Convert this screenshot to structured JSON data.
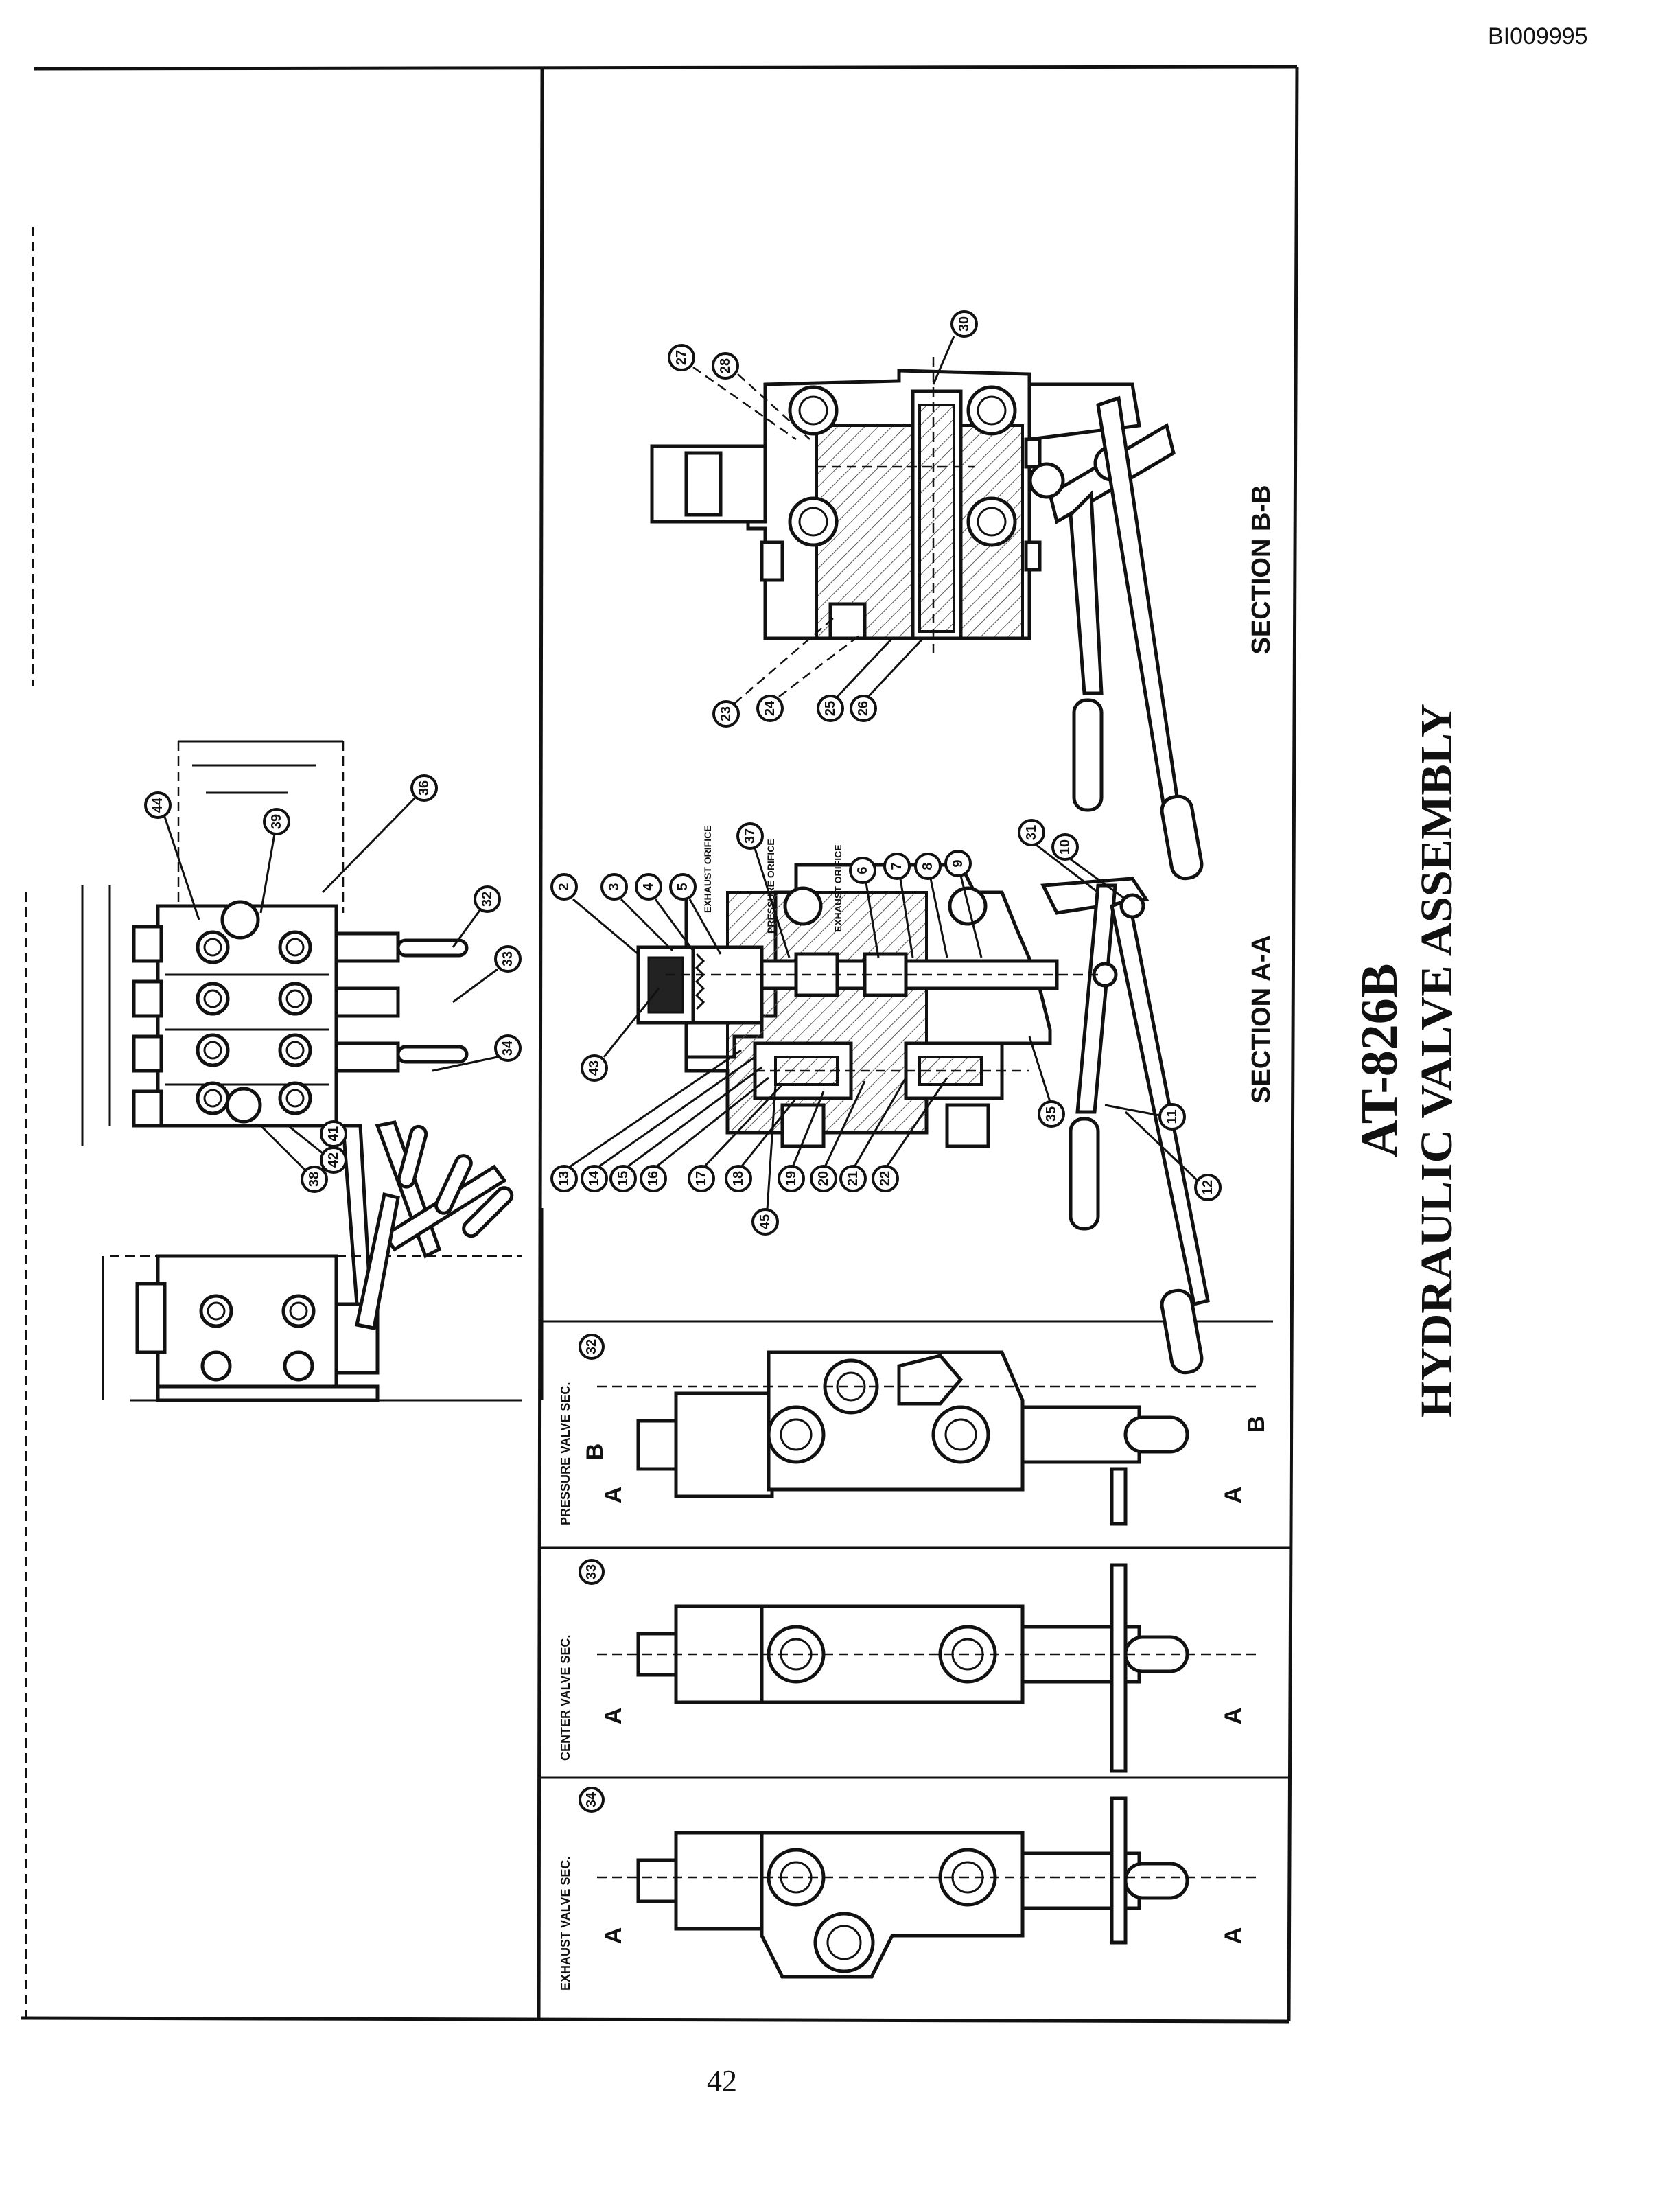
{
  "document_id": "BI009995",
  "page_number": "42",
  "title": {
    "line1": "AT-826B",
    "line2": "HYDRAULIC VALVE ASSEMBLY"
  },
  "section_labels": {
    "section_aa": "SECTION A-A",
    "section_bb": "SECTION B-B"
  },
  "views": {
    "pressure": {
      "label": "PRESSURE VALVE SEC.",
      "callout": "32",
      "marker_a": "A",
      "marker_b": "B"
    },
    "center": {
      "label": "CENTER VALVE SEC.",
      "callout": "33",
      "marker_a": "A"
    },
    "exhaust": {
      "label": "EXHAUST VALVE SEC.",
      "callout": "34",
      "marker_a": "A"
    }
  },
  "orifice_labels": {
    "exhaust_1": "EXHAUST ORIFICE",
    "pressure": "PRESSURE ORIFICE",
    "exhaust_2": "EXHAUST ORIFICE"
  },
  "callouts": {
    "section_bb": [
      "27",
      "28",
      "30",
      "23",
      "24",
      "25",
      "26"
    ],
    "section_aa_top": [
      "2",
      "3",
      "4",
      "5",
      "37",
      "6",
      "7",
      "8",
      "9",
      "31",
      "10"
    ],
    "section_aa_left": [
      "43",
      "13",
      "14",
      "15",
      "16",
      "17",
      "18",
      "19",
      "20",
      "21",
      "22",
      "45"
    ],
    "section_aa_right": [
      "35",
      "11",
      "12"
    ],
    "assembly": [
      "44",
      "39",
      "36",
      "32",
      "33",
      "34",
      "38",
      "42",
      "41"
    ]
  }
}
